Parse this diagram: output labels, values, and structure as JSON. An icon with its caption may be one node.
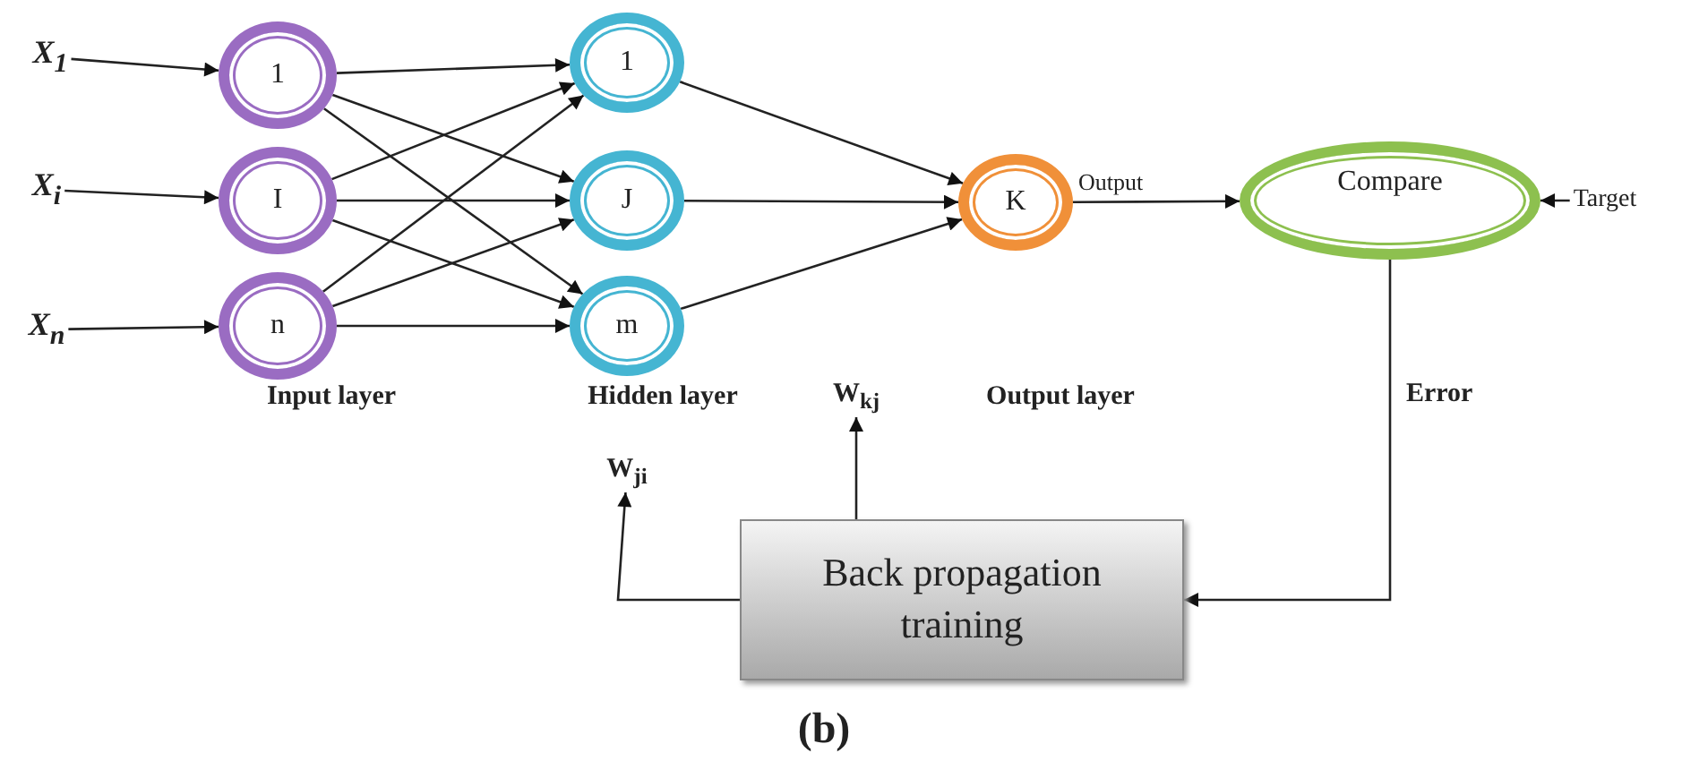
{
  "diagram": {
    "nodes": [
      {
        "text": [
          "X$_{1}$"
        ]
      },
      {
        "text": [
          "X$_{i}$"
        ]
      },
      {
        "text": [
          "X$_{n}$"
        ]
      },
      {
        "text": [
          "1"
        ]
      },
      {
        "text": [
          "I"
        ]
      },
      {
        "text": [
          "n"
        ]
      },
      {
        "text": [
          "1"
        ]
      },
      {
        "text": [
          "J"
        ]
      },
      {
        "text": [
          "m"
        ]
      },
      {
        "text": [
          "K"
        ]
      },
      {
        "text": [
          "Compare"
        ]
      },
      {
        "text": [
          "Target"
        ]
      },
      {
        "text": [
          "Back propagation training"
        ]
      },
      {
        "text": [
          "W$_{ji}$"
        ]
      },
      {
        "text": [
          "W$_{kj}$"
        ]
      }
    ],
    "edges": [
      {
        "from": 0,
        "to": 3,
        "arrow": "to"
      },
      {
        "from": 1,
        "to": 4,
        "arrow": "to"
      },
      {
        "from": 2,
        "to": 5,
        "arrow": "to"
      },
      {
        "from": 3,
        "to": 6,
        "arrow": "to"
      },
      {
        "from": 3,
        "to": 7,
        "arrow": "to"
      },
      {
        "from": 3,
        "to": 8,
        "arrow": "to"
      },
      {
        "from": 4,
        "to": 6,
        "arrow": "to"
      },
      {
        "from": 4,
        "to": 7,
        "arrow": "to"
      },
      {
        "from": 4,
        "to": 8,
        "arrow": "to"
      },
      {
        "from": 5,
        "to": 6,
        "arrow": "to"
      },
      {
        "from": 5,
        "to": 7,
        "arrow": "to"
      },
      {
        "from": 5,
        "to": 8,
        "arrow": "to"
      },
      {
        "from": 6,
        "to": 9,
        "arrow": "to"
      },
      {
        "from": 7,
        "to": 9,
        "arrow": "to"
      },
      {
        "from": 8,
        "to": 9,
        "arrow": "to"
      },
      {
        "from": 9,
        "to": 10,
        "label": "Output",
        "arrow": "to"
      },
      {
        "from": 11,
        "to": 10,
        "arrow": "to"
      },
      {
        "from": 10,
        "to": 12,
        "label": "Error",
        "arrow": "to"
      },
      {
        "from": 12,
        "to": 13,
        "arrow": "to"
      },
      {
        "from": 12,
        "to": 14,
        "arrow": "to"
      }
    ],
    "labels": [
      "Input layer",
      "Hidden layer",
      "Output layer",
      "(b)"
    ]
  }
}
